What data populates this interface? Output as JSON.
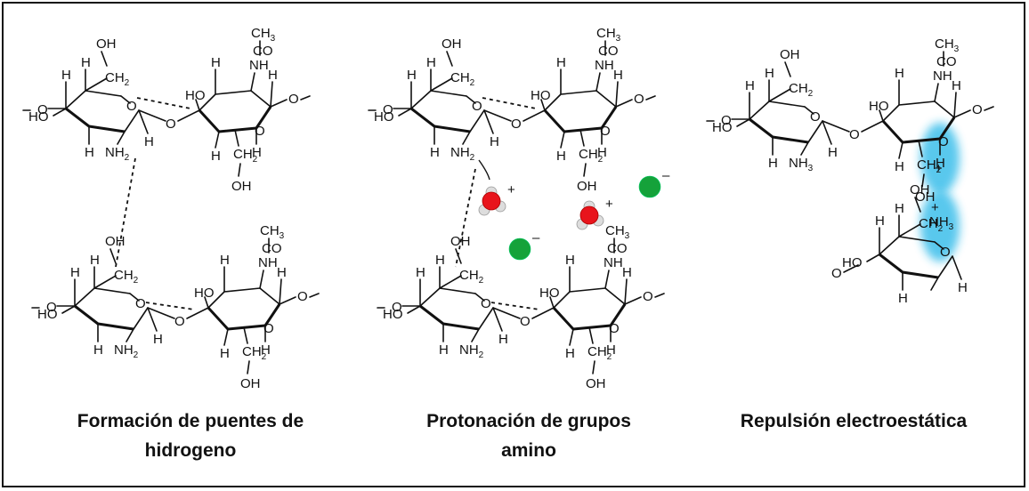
{
  "panels": [
    {
      "caption_line1": "Formación de puentes de",
      "caption_line2": "hidrogeno"
    },
    {
      "caption_line1": "Protonación de grupos",
      "caption_line2": "amino"
    },
    {
      "caption_line1": "Repulsión electroestática",
      "caption_line2": ""
    }
  ],
  "labels": {
    "ch": "CH",
    "sub3": "3",
    "co": "CO",
    "nh": "NH",
    "oh": "OH",
    "ho": "HO",
    "ch2": "CH",
    "sub2": "2",
    "nh2": "NH",
    "nh3": "NH",
    "h": "H",
    "o": "O",
    "plus": "+",
    "minus": "–"
  },
  "colors": {
    "oxygen": "#e8141c",
    "hydrogen": "#dddddd",
    "chloride": "#15a23a",
    "repulsion_glow": "#22b6e8"
  }
}
